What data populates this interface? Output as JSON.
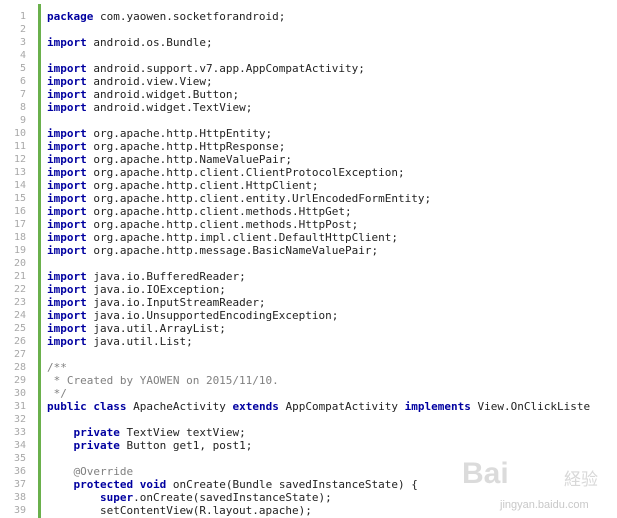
{
  "code_lines": [
    {
      "n": "1",
      "tokens": [
        {
          "t": "package",
          "c": "kw"
        },
        {
          "t": " com.yaowen.socketforandroid;",
          "c": ""
        }
      ]
    },
    {
      "n": "2",
      "tokens": []
    },
    {
      "n": "3",
      "tokens": [
        {
          "t": "import",
          "c": "kw"
        },
        {
          "t": " android.os.Bundle;",
          "c": ""
        }
      ]
    },
    {
      "n": "4",
      "tokens": []
    },
    {
      "n": "5",
      "tokens": [
        {
          "t": "import",
          "c": "kw"
        },
        {
          "t": " android.support.v7.app.AppCompatActivity;",
          "c": ""
        }
      ]
    },
    {
      "n": "6",
      "tokens": [
        {
          "t": "import",
          "c": "kw"
        },
        {
          "t": " android.view.View;",
          "c": ""
        }
      ]
    },
    {
      "n": "7",
      "tokens": [
        {
          "t": "import",
          "c": "kw"
        },
        {
          "t": " android.widget.Button;",
          "c": ""
        }
      ]
    },
    {
      "n": "8",
      "tokens": [
        {
          "t": "import",
          "c": "kw"
        },
        {
          "t": " android.widget.TextView;",
          "c": ""
        }
      ]
    },
    {
      "n": "9",
      "tokens": []
    },
    {
      "n": "10",
      "tokens": [
        {
          "t": "import",
          "c": "kw"
        },
        {
          "t": " org.apache.http.HttpEntity;",
          "c": ""
        }
      ]
    },
    {
      "n": "11",
      "tokens": [
        {
          "t": "import",
          "c": "kw"
        },
        {
          "t": " org.apache.http.HttpResponse;",
          "c": ""
        }
      ]
    },
    {
      "n": "12",
      "tokens": [
        {
          "t": "import",
          "c": "kw"
        },
        {
          "t": " org.apache.http.NameValuePair;",
          "c": ""
        }
      ]
    },
    {
      "n": "13",
      "tokens": [
        {
          "t": "import",
          "c": "kw"
        },
        {
          "t": " org.apache.http.client.ClientProtocolException;",
          "c": ""
        }
      ]
    },
    {
      "n": "14",
      "tokens": [
        {
          "t": "import",
          "c": "kw"
        },
        {
          "t": " org.apache.http.client.HttpClient;",
          "c": ""
        }
      ]
    },
    {
      "n": "15",
      "tokens": [
        {
          "t": "import",
          "c": "kw"
        },
        {
          "t": " org.apache.http.client.entity.UrlEncodedFormEntity;",
          "c": ""
        }
      ]
    },
    {
      "n": "16",
      "tokens": [
        {
          "t": "import",
          "c": "kw"
        },
        {
          "t": " org.apache.http.client.methods.HttpGet;",
          "c": ""
        }
      ]
    },
    {
      "n": "17",
      "tokens": [
        {
          "t": "import",
          "c": "kw"
        },
        {
          "t": " org.apache.http.client.methods.HttpPost;",
          "c": ""
        }
      ]
    },
    {
      "n": "18",
      "tokens": [
        {
          "t": "import",
          "c": "kw"
        },
        {
          "t": " org.apache.http.impl.client.DefaultHttpClient;",
          "c": ""
        }
      ]
    },
    {
      "n": "19",
      "tokens": [
        {
          "t": "import",
          "c": "kw"
        },
        {
          "t": " org.apache.http.message.BasicNameValuePair;",
          "c": ""
        }
      ]
    },
    {
      "n": "20",
      "tokens": []
    },
    {
      "n": "21",
      "tokens": [
        {
          "t": "import",
          "c": "kw"
        },
        {
          "t": " java.io.BufferedReader;",
          "c": ""
        }
      ]
    },
    {
      "n": "22",
      "tokens": [
        {
          "t": "import",
          "c": "kw"
        },
        {
          "t": " java.io.IOException;",
          "c": ""
        }
      ]
    },
    {
      "n": "23",
      "tokens": [
        {
          "t": "import",
          "c": "kw"
        },
        {
          "t": " java.io.InputStreamReader;",
          "c": ""
        }
      ]
    },
    {
      "n": "24",
      "tokens": [
        {
          "t": "import",
          "c": "kw"
        },
        {
          "t": " java.io.UnsupportedEncodingException;",
          "c": ""
        }
      ]
    },
    {
      "n": "25",
      "tokens": [
        {
          "t": "import",
          "c": "kw"
        },
        {
          "t": " java.util.ArrayList;",
          "c": ""
        }
      ]
    },
    {
      "n": "26",
      "tokens": [
        {
          "t": "import",
          "c": "kw"
        },
        {
          "t": " java.util.List;",
          "c": ""
        }
      ]
    },
    {
      "n": "27",
      "tokens": []
    },
    {
      "n": "28",
      "tokens": [
        {
          "t": "/**",
          "c": "cm"
        }
      ]
    },
    {
      "n": "29",
      "tokens": [
        {
          "t": " * Created by YAOWEN on 2015/11/10.",
          "c": "cm"
        }
      ]
    },
    {
      "n": "30",
      "tokens": [
        {
          "t": " */",
          "c": "cm"
        }
      ]
    },
    {
      "n": "31",
      "tokens": [
        {
          "t": "public",
          "c": "kw"
        },
        {
          "t": " ",
          "c": ""
        },
        {
          "t": "class",
          "c": "kw"
        },
        {
          "t": " ApacheActivity ",
          "c": ""
        },
        {
          "t": "extends",
          "c": "kw"
        },
        {
          "t": " AppCompatActivity ",
          "c": ""
        },
        {
          "t": "implements",
          "c": "kw"
        },
        {
          "t": " View.OnClickListe",
          "c": ""
        }
      ]
    },
    {
      "n": "32",
      "tokens": []
    },
    {
      "n": "33",
      "tokens": [
        {
          "t": "    ",
          "c": ""
        },
        {
          "t": "private",
          "c": "kw"
        },
        {
          "t": " TextView textView;",
          "c": ""
        }
      ]
    },
    {
      "n": "34",
      "tokens": [
        {
          "t": "    ",
          "c": ""
        },
        {
          "t": "private",
          "c": "kw"
        },
        {
          "t": " Button get1, post1;",
          "c": ""
        }
      ]
    },
    {
      "n": "35",
      "tokens": []
    },
    {
      "n": "36",
      "tokens": [
        {
          "t": "    @Override",
          "c": "an"
        }
      ]
    },
    {
      "n": "37",
      "tokens": [
        {
          "t": "    ",
          "c": ""
        },
        {
          "t": "protected",
          "c": "kw"
        },
        {
          "t": " ",
          "c": ""
        },
        {
          "t": "void",
          "c": "kw"
        },
        {
          "t": " onCreate(Bundle savedInstanceState) {",
          "c": ""
        }
      ]
    },
    {
      "n": "38",
      "tokens": [
        {
          "t": "        ",
          "c": ""
        },
        {
          "t": "super",
          "c": "kw"
        },
        {
          "t": ".onCreate(savedInstanceState);",
          "c": ""
        }
      ]
    },
    {
      "n": "39",
      "tokens": [
        {
          "t": "        setContentView(R.layout.apache);",
          "c": ""
        }
      ]
    }
  ],
  "watermark": {
    "brand": "Bai",
    "brand_suffix": "経验",
    "url": "jingyan.baidu.com"
  }
}
